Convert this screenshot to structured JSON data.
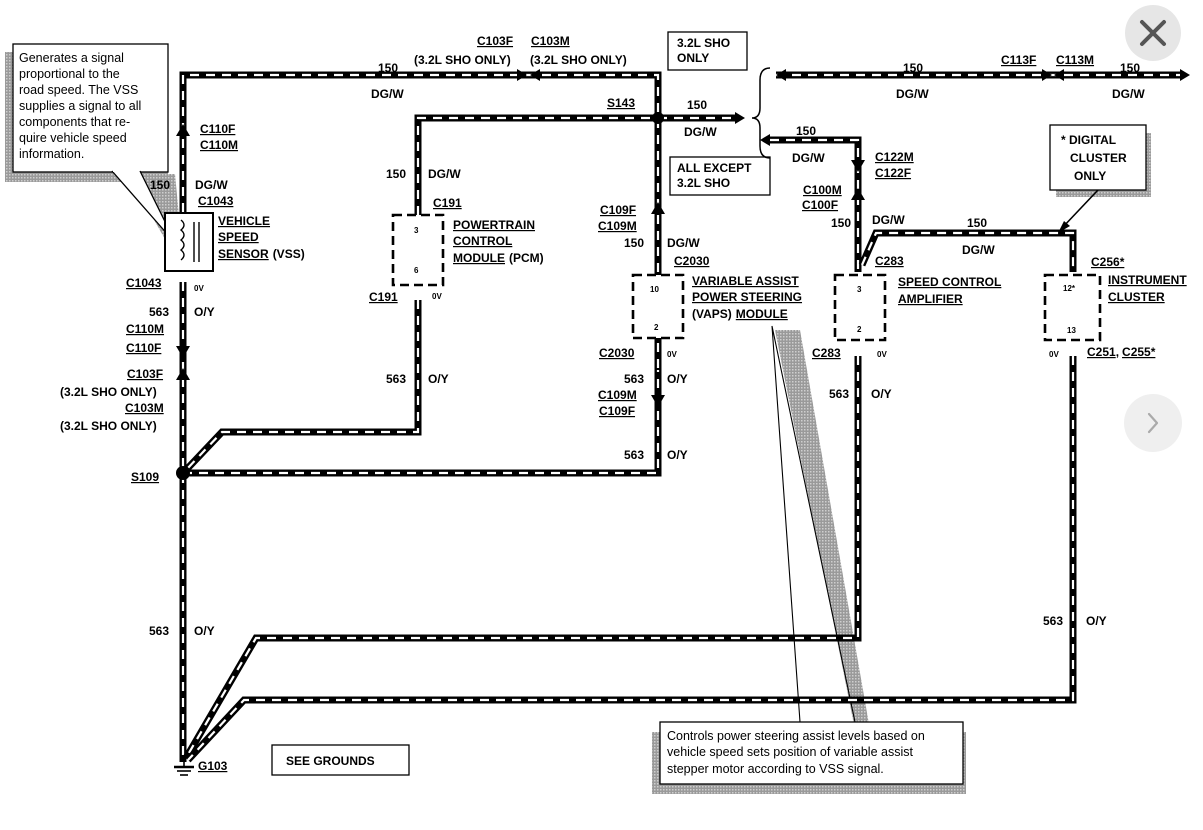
{
  "note_vss": [
    "Generates a signal",
    "proportional to the",
    "road speed. The VSS",
    "supplies a signal to all",
    "components that re-",
    "quire vehicle speed",
    "information."
  ],
  "note_vaps": [
    "Controls power steering assist levels based on",
    "vehicle speed sets position of variable assist",
    "stepper motor according to VSS signal."
  ],
  "note_digital": [
    "* DIGITAL",
    "CLUSTER",
    "ONLY"
  ],
  "box_sho": [
    "3.2L SHO",
    "ONLY"
  ],
  "box_except": [
    "ALL EXCEPT",
    "3.2L SHO"
  ],
  "see_grounds": "SEE GROUNDS",
  "components": {
    "vss": [
      "VEHICLE",
      "SPEED",
      "SENSOR"
    ],
    "vss_suffix": "(VSS)",
    "pcm": [
      "POWERTRAIN",
      "CONTROL",
      "MODULE"
    ],
    "pcm_suffix": "(PCM)",
    "vaps": [
      "VARIABLE ASSIST",
      "POWER STEERING"
    ],
    "vaps_line3a": "(VAPS)",
    "vaps_line3b": "MODULE",
    "sca": [
      "SPEED CONTROL",
      "AMPLIFIER"
    ],
    "ic": [
      "INSTRUMENT",
      "CLUSTER"
    ]
  },
  "pins": {
    "pcm_top": "3",
    "pcm_bot": "6",
    "vaps_top": "10",
    "vaps_bot": "2",
    "sca_top": "3",
    "sca_bot": "2",
    "ic_top": "12*",
    "ic_bot": "13"
  },
  "volt": "0V",
  "circuit_150": "150",
  "color_dgw": "DG/W",
  "circuit_563": "563",
  "color_oy": "O/Y",
  "connectors": {
    "c103f": "C103F",
    "c103m": "C103M",
    "sho_only": "(3.2L SHO ONLY)",
    "c110f": "C110F",
    "c110m": "C110M",
    "c1043": "C1043",
    "c191": "C191",
    "c109f": "C109F",
    "c109m": "C109M",
    "c2030": "C2030",
    "c113f": "C113F",
    "c113m": "C113M",
    "c122m": "C122M",
    "c122f": "C122F",
    "c100m": "C100M",
    "c100f": "C100F",
    "c283": "C283",
    "c256": "C256*",
    "c251": "C251",
    "c255": "C255*",
    "comma": ",",
    "s143": "S143",
    "s109": "S109",
    "g103": "G103"
  },
  "icons": {
    "close": "close-icon",
    "next": "chevron-right-icon"
  }
}
